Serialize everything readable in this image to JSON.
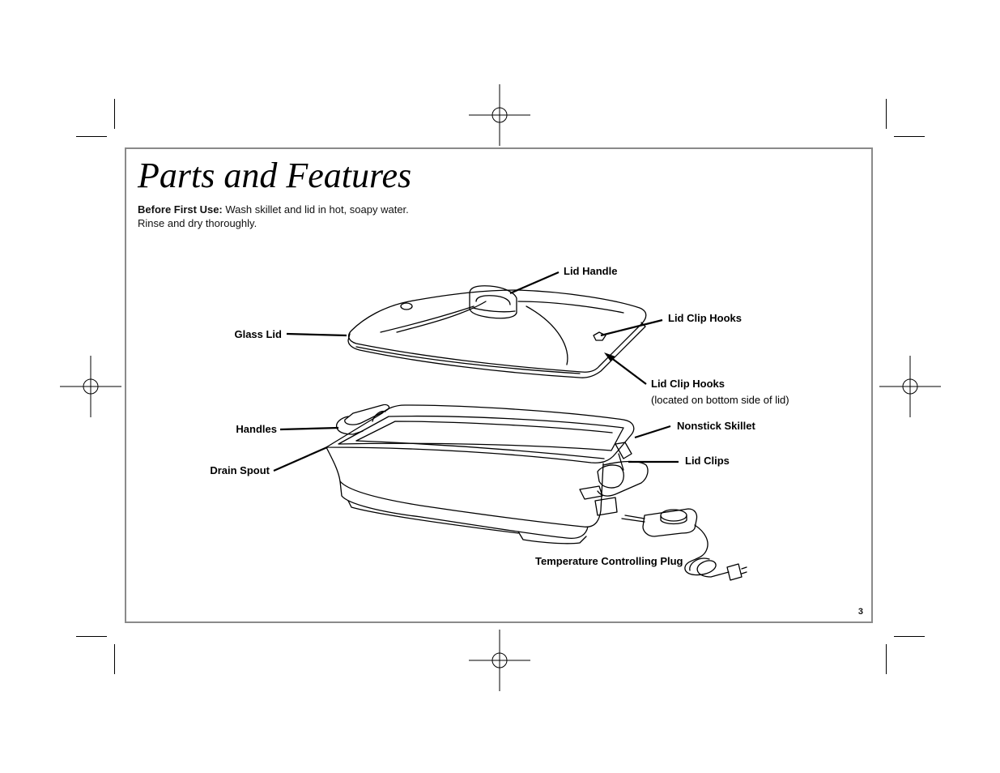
{
  "page": {
    "title": "Parts and Features",
    "intro": {
      "bold_label": "Before First Use:",
      "line1": " Wash skillet and lid in hot, soapy water.",
      "line2": "Rinse and dry thoroughly."
    },
    "page_number": "3"
  },
  "labels": {
    "lid_handle": "Lid Handle",
    "lid_clip_hooks_top": "Lid Clip Hooks",
    "glass_lid": "Glass Lid",
    "lid_clip_hooks_bottom": "Lid Clip Hooks",
    "lid_clip_hooks_bottom_note": "(located on bottom side of lid)",
    "handles": "Handles",
    "nonstick_skillet": "Nonstick Skillet",
    "drain_spout": "Drain Spout",
    "lid_clips": "Lid Clips",
    "temperature_plug": "Temperature Controlling Plug"
  },
  "colors": {
    "frame_border": "#8a8a8a",
    "line_art": "#000000",
    "paper": "#ffffff"
  }
}
